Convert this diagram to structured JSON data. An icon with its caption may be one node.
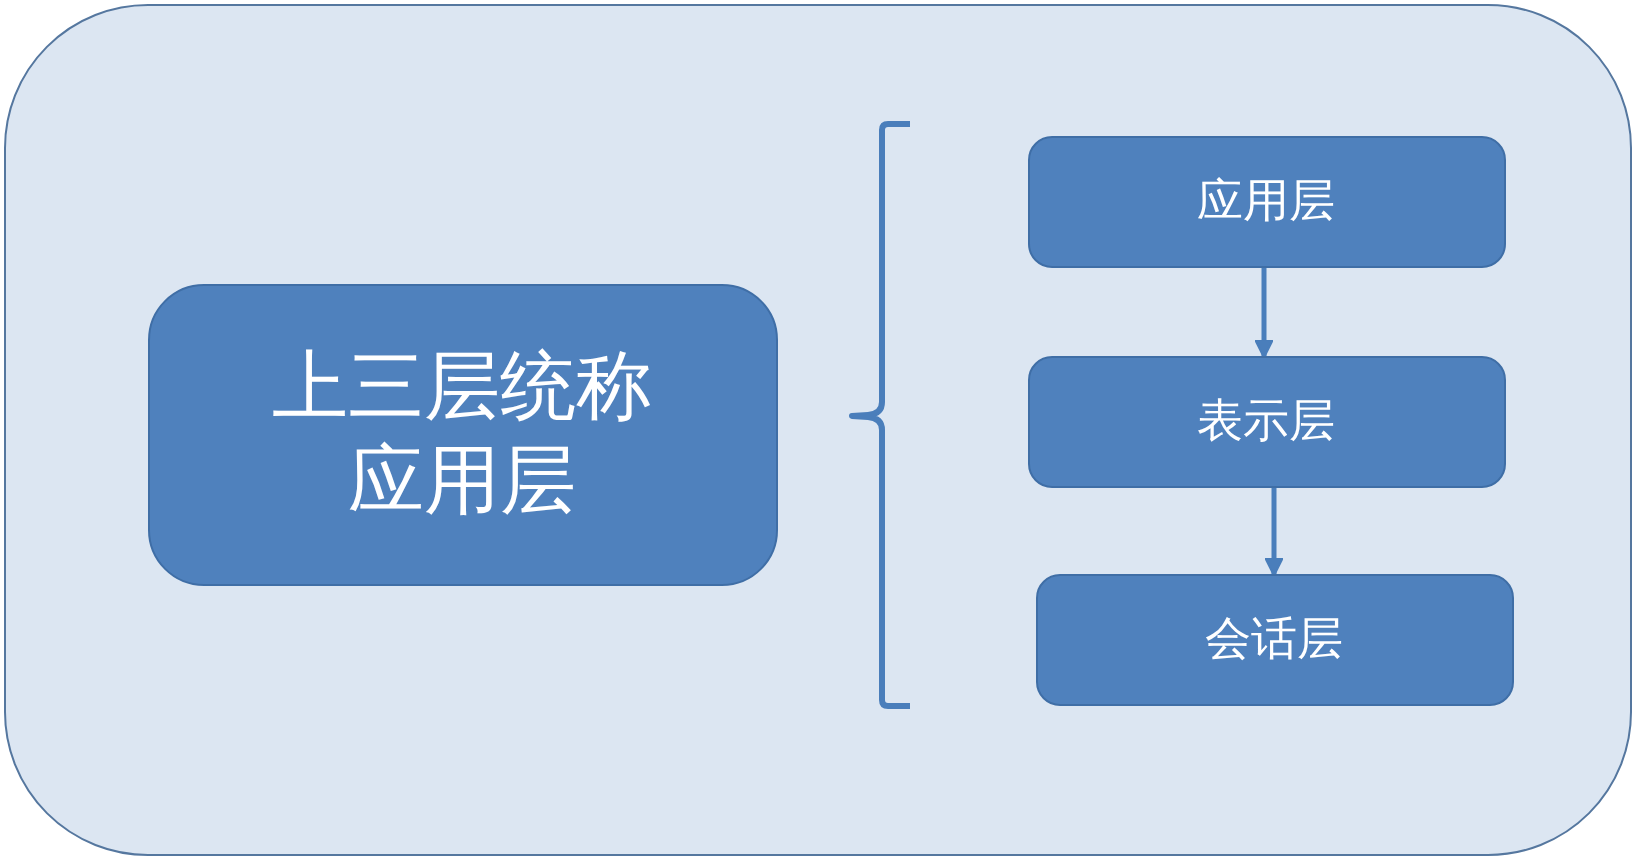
{
  "diagram": {
    "nodes": [
      {
        "text": [],
        "shape": "box"
      },
      {
        "text": [
          "上三层统称应用层"
        ],
        "in": 0
      },
      {
        "text": [
          "应用层"
        ],
        "in": 0
      },
      {
        "text": [
          "表示层"
        ],
        "in": 0
      },
      {
        "text": [
          "会话层"
        ],
        "in": 0
      }
    ],
    "edges": [
      {
        "from": 2,
        "to": 3,
        "arrow": "to"
      },
      {
        "from": 3,
        "to": 4,
        "arrow": "to"
      }
    ]
  }
}
